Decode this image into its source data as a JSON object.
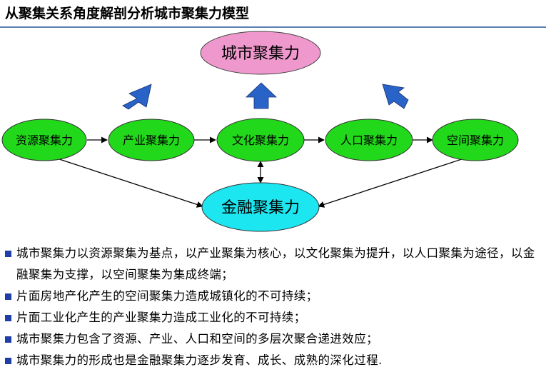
{
  "title": "从聚集关系角度解剖分析城市聚集力模型",
  "colors": {
    "green": "#22d81a",
    "pink": "#ee98cd",
    "cyan": "#1ce6f0",
    "arrow_blue": "#2a63c8",
    "bullet": "#1f3ea8"
  },
  "nodes": {
    "top": "城市聚集力",
    "resource": "资源聚集力",
    "industry": "产业聚集力",
    "culture": "文化聚集力",
    "population": "人口聚集力",
    "space": "空间聚集力",
    "finance": "金融聚集力"
  },
  "bullets": [
    "城市聚集力以资源聚集为基点，以产业聚集为核心，以文化聚集为提升，以人口聚集为途径，以金融聚集为支撑，以空间聚集为集成终端；",
    "片面房地产化产生的空间聚集力造成城镇化的不可持续；",
    "片面工业化产生的产业聚集力造成工业化的不可持续；",
    "城市聚集力包含了资源、产业、人口和空间的多层次聚合递进效应；",
    "城市聚集力的形成也是金融聚集力逐步发育、成长、成熟的深化过程."
  ]
}
